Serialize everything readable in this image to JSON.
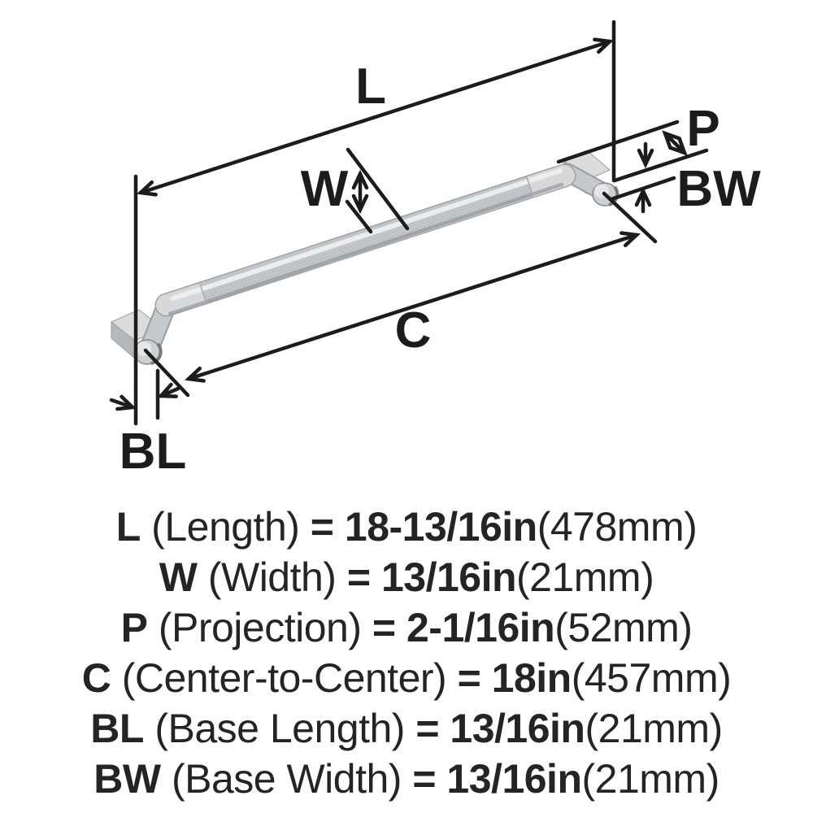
{
  "diagram": {
    "labels": {
      "L": "L",
      "W": "W",
      "P": "P",
      "C": "C",
      "BL": "BL",
      "BW": "BW"
    }
  },
  "specs": [
    {
      "symbol": "L",
      "name": "(Length)",
      "eq": "=",
      "value": "18-13/16in",
      "metric": "(478mm)"
    },
    {
      "symbol": "W",
      "name": "(Width)",
      "eq": "=",
      "value": "13/16in",
      "metric": "(21mm)"
    },
    {
      "symbol": "P",
      "name": "(Projection)",
      "eq": "=",
      "value": "2-1/16in",
      "metric": "(52mm)"
    },
    {
      "symbol": "C",
      "name": "(Center-to-Center)",
      "eq": "=",
      "value": "18in",
      "metric": "(457mm)"
    },
    {
      "symbol": "BL",
      "name": "(Base Length)",
      "eq": "=",
      "value": "13/16in",
      "metric": "(21mm)"
    },
    {
      "symbol": "BW",
      "name": "(Base Width)",
      "eq": "=",
      "value": "13/16in",
      "metric": "(21mm)"
    }
  ],
  "colors": {
    "background": "#ffffff",
    "line": "#1c1c1c",
    "text": "#242424",
    "handle_body": "#c9ccce",
    "handle_highlight": "#eef0f0",
    "handle_shadow": "#8f9499",
    "handle_plate": "#dbdddd"
  }
}
